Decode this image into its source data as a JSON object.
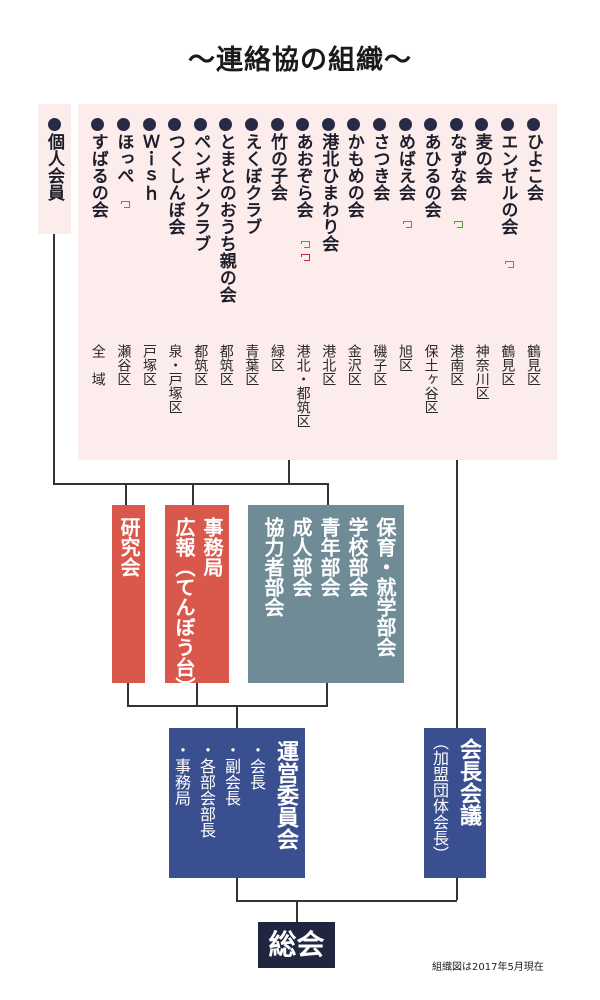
{
  "title": "〜連絡協の組織〜",
  "individual": {
    "label": "個人会員"
  },
  "groups": [
    {
      "name": "ひよこ会",
      "area": "鶴見区",
      "link": null
    },
    {
      "name": "エンゼルの会",
      "area": "鶴見区",
      "link": "green"
    },
    {
      "name": "麦の会",
      "area": "神奈川区",
      "link": null
    },
    {
      "name": "なずな会",
      "area": "港南区",
      "link": "green"
    },
    {
      "name": "あひるの会",
      "area": "保土ヶ谷区",
      "link": null
    },
    {
      "name": "めばえ会",
      "area": "旭区",
      "link": "green"
    },
    {
      "name": "さつき会",
      "area": "磯子区",
      "link": null
    },
    {
      "name": "かもめの会",
      "area": "金沢区",
      "link": null
    },
    {
      "name": "港北ひまわり会",
      "area": "港北区",
      "link": null
    },
    {
      "name": "あおぞら会",
      "area": "港北・都筑区",
      "link": "green+red"
    },
    {
      "name": "竹の子会",
      "area": "緑区",
      "link": null
    },
    {
      "name": "えくぼクラブ",
      "area": "青葉区",
      "link": null
    },
    {
      "name": "とまとのおうち親の会",
      "area": "都筑区",
      "link": null
    },
    {
      "name": "ペンギンクラブ",
      "area": "都筑区",
      "link": null
    },
    {
      "name": "つくしんぼ会",
      "area": "泉・戸塚区",
      "link": null
    },
    {
      "name": "Ｗｉｓｈ",
      "area": "戸塚区",
      "link": null
    },
    {
      "name": "ほっぺ",
      "area": "瀬谷区",
      "link": "green"
    },
    {
      "name": "すばるの会",
      "area": "全　域",
      "link": null
    }
  ],
  "committees": {
    "research": "研究会",
    "pr": "広報（てんぼう台）",
    "secretariat": "事務局",
    "divisions": [
      "保育・就学部会",
      "学校部会",
      "青年部会",
      "成人部会",
      "協力者部会"
    ]
  },
  "steering": {
    "title": "運営委員会",
    "members": [
      "・会長",
      "・副会長",
      "・各部会部長",
      "・事務局"
    ]
  },
  "presidents": {
    "title": "会長会議",
    "sub": "（加盟団体会長）"
  },
  "general": {
    "label": "総会"
  },
  "note": "組織図は2017年5月現在",
  "colors": {
    "panel": "#fcecec",
    "red": "#d9584b",
    "gray": "#6f8b95",
    "blue": "#3a4f8f",
    "navy": "#20263f"
  }
}
